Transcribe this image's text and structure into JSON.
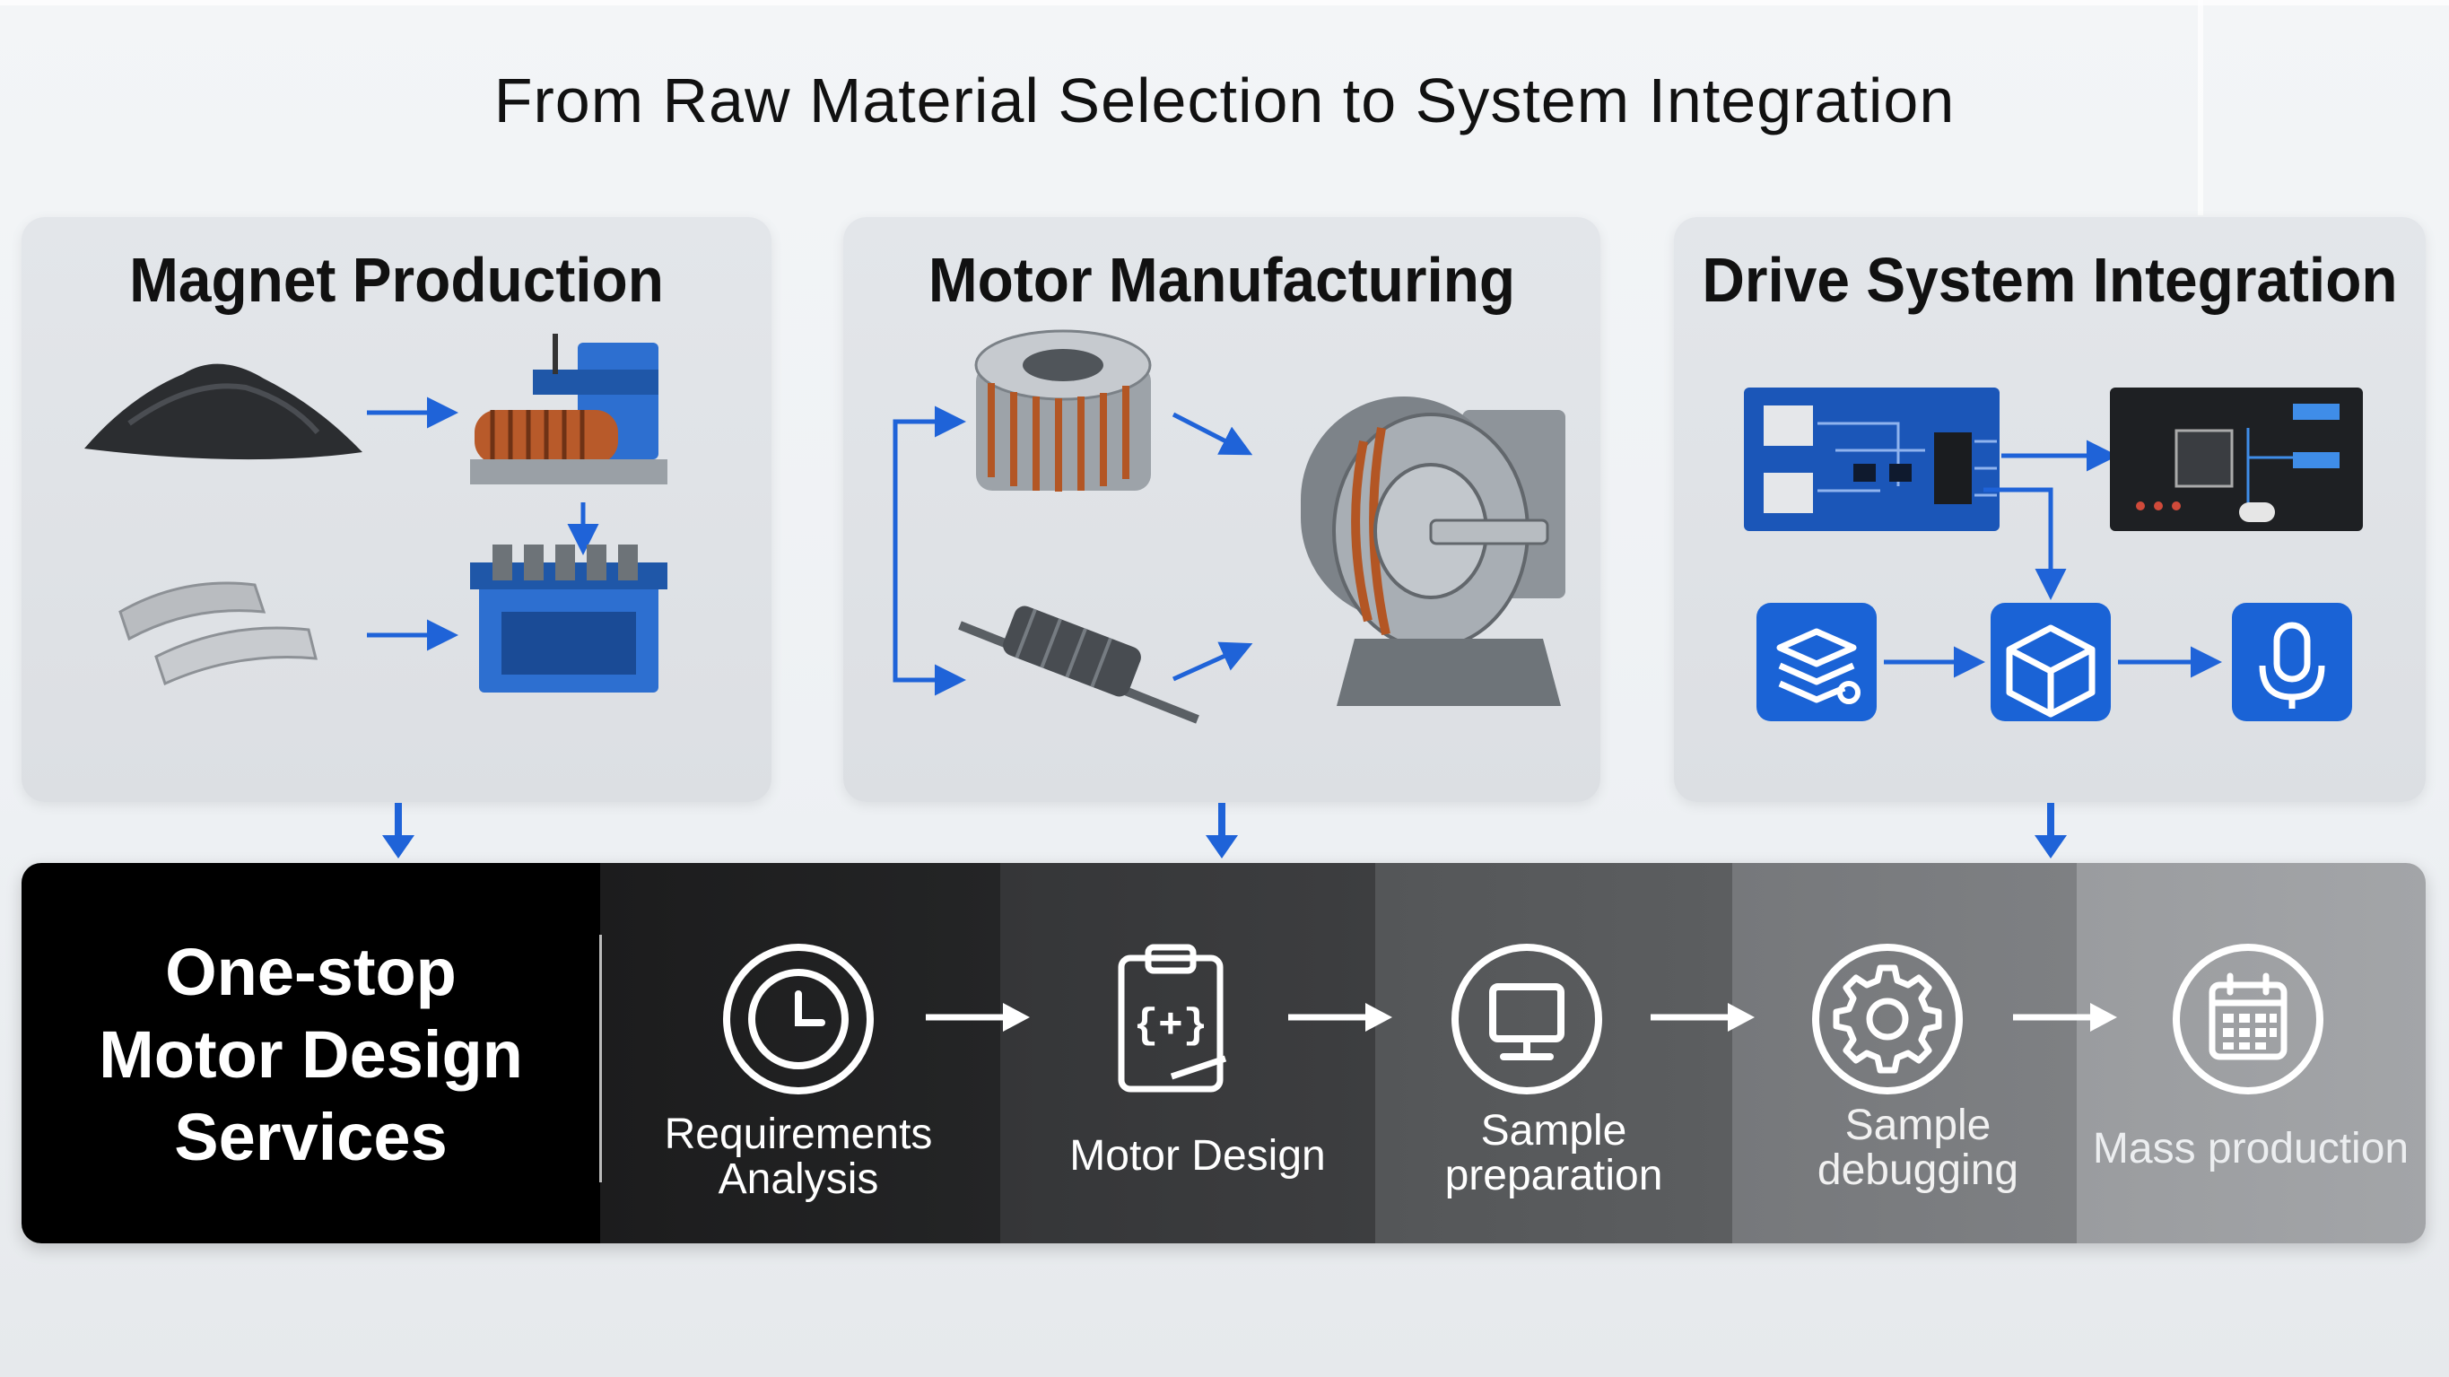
{
  "title": "From Raw Material Selection to System Integration",
  "panels": [
    {
      "title": "Magnet Production"
    },
    {
      "title": "Motor Manufacturing"
    },
    {
      "title": "Drive System Integration"
    }
  ],
  "bottom": {
    "intro": [
      "One-stop",
      "Motor Design",
      "Services"
    ],
    "steps": [
      {
        "label": [
          "Requirements",
          "Analysis"
        ],
        "icon": "clock-icon"
      },
      {
        "label": [
          "Motor Design"
        ],
        "icon": "clipboard-code-icon"
      },
      {
        "label": [
          "Sample",
          "preparation"
        ],
        "icon": "monitor-icon"
      },
      {
        "label": [
          "Sample",
          "debugging"
        ],
        "icon": "gear-icon"
      },
      {
        "label": [
          "Mass production"
        ],
        "icon": "calendar-icon"
      }
    ]
  },
  "colors": {
    "accent": "#1a63d6",
    "flow_arrow": "#1f63d8"
  }
}
